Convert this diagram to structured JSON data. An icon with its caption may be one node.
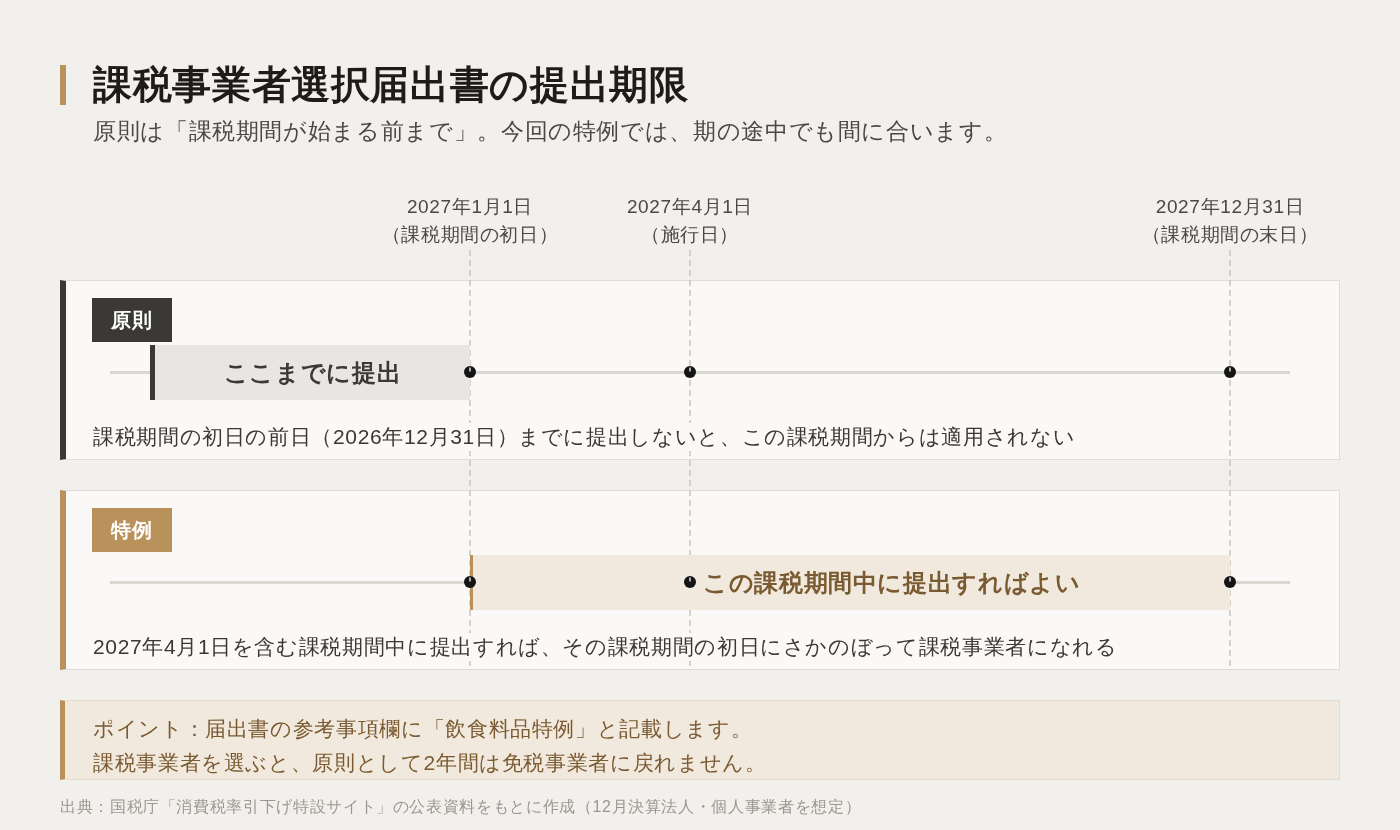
{
  "diagram": {
    "title": "課税事業者選択届出書の提出期限",
    "nodes": [
      {
        "text": [
          "原則",
          "課税期間の初日の前日（2026年12月31日）までに提出しないと、この課税期間からは適用されない"
        ]
      },
      {
        "text": [
          "ここまでに提出"
        ],
        "in": 0
      },
      {
        "text": [
          "特例",
          "2027年4月1日を含む課税期間中に提出すれば、その課税期間の初日にさかのぼって課税事業者になれる"
        ]
      },
      {
        "text": [
          "この課税期間中に提出すればよい"
        ],
        "in": 2
      },
      {
        "text": [
          "ポイント：届出書の参考事項欄に「飲食料品特例」と記載します。",
          "課税事業者を選ぶと、原則として2年間は免税事業者に戻れません。"
        ]
      }
    ],
    "labels": [
      "原則は「課税期間が始まる前まで」。今回の特例では、期の途中でも間に合います。",
      "2027年1月1日",
      "（課税期間の初日）",
      "2027年4月1日",
      "（施行日）",
      "2027年12月31日",
      "（課税期間の末日）",
      "出典：国税庁「消費税率引下げ特設サイト」の公表資料をもとに作成（12月決算法人・個人事業者を想定）"
    ]
  }
}
